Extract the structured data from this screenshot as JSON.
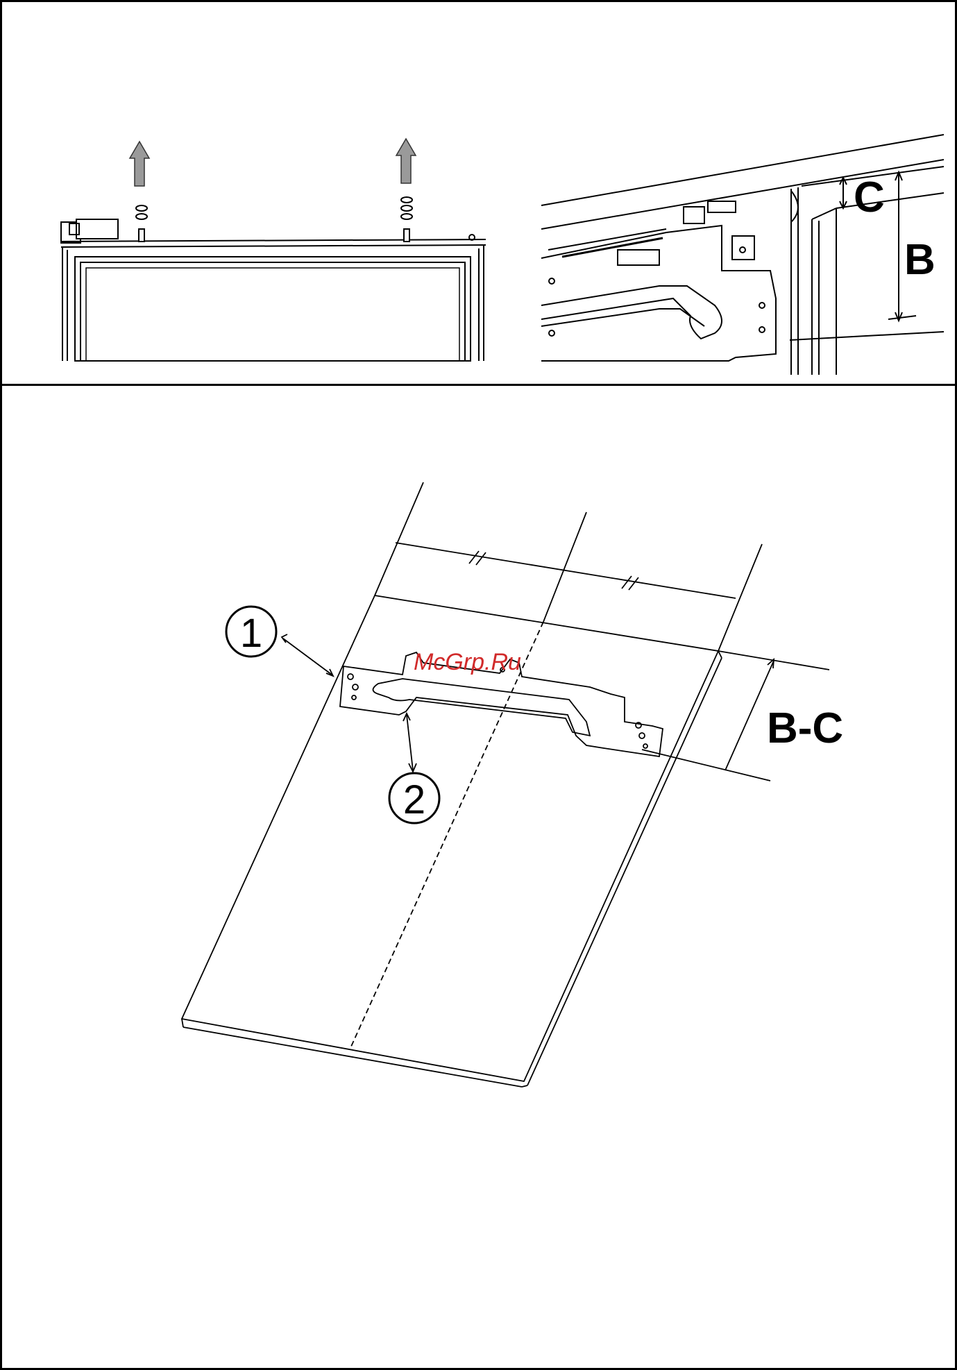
{
  "panels": {
    "top_left": {
      "name": "door-top-hinge-pins"
    },
    "top_right": {
      "dimension_c": "C",
      "dimension_b": "B"
    },
    "bottom": {
      "callout_1": "1",
      "callout_2": "2",
      "dimension_bc": "B-C",
      "watermark": "McGrp.Ru"
    }
  },
  "colors": {
    "line": "#000000",
    "arrow_fill": "#9a9a9a",
    "watermark": "#d12b2b"
  }
}
